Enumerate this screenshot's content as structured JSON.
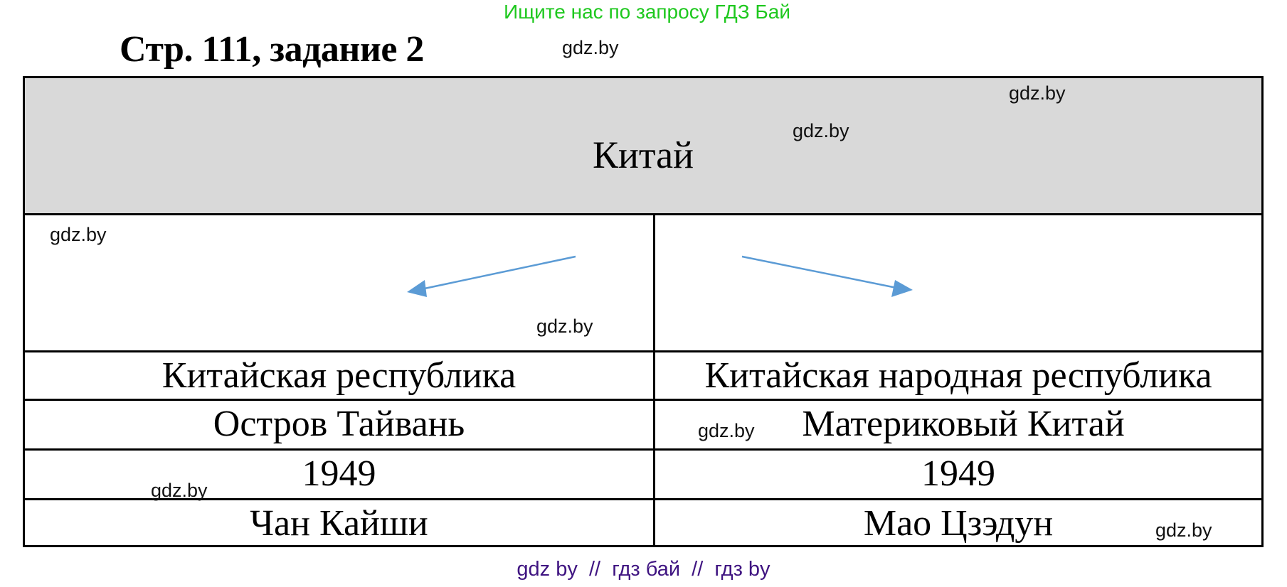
{
  "banner": {
    "text": "Ищите нас по запросу ГДЗ Бай",
    "color": "#1ec81e"
  },
  "page_title": "Стр. 111, задание 2",
  "table": {
    "header": "Китай",
    "header_bg": "#d9d9d9",
    "arrow_color": "#5b9bd5",
    "rows": [
      {
        "left": "Китайская республика",
        "right": "Китайская народная республика"
      },
      {
        "left": "Остров Тайвань",
        "right": "Материковый Китай"
      },
      {
        "left": "1949",
        "right": "1949"
      },
      {
        "left": "Чан Кайши",
        "right": "Мао Цзэдун"
      }
    ]
  },
  "watermarks": {
    "title": "gdz.by",
    "header_1": "gdz.by",
    "header_2": "gdz.by",
    "arrow_left_top": "gdz.by",
    "arrow_left_bottom": "gdz.by",
    "row2_right": "gdz.by",
    "row3_left": "gdz.by",
    "row4_right": "gdz.by"
  },
  "footer": {
    "text": "gdz by  //  гдз бай  //  гдз by",
    "color": "#3f1481"
  }
}
